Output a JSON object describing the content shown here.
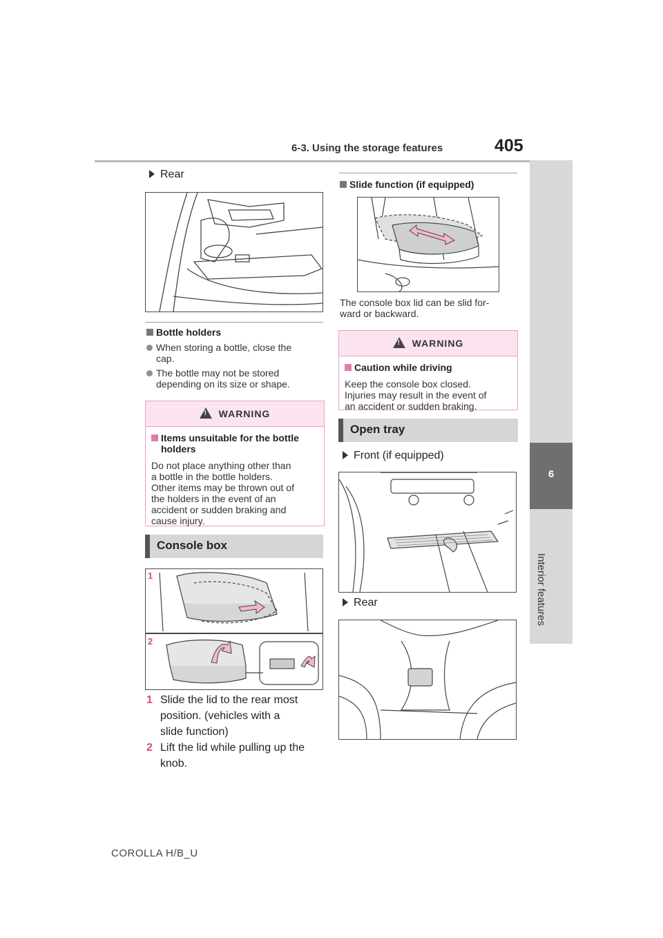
{
  "header": {
    "section_title": "6-3. Using the storage features",
    "page_number": "405"
  },
  "side_tab": {
    "chapter_number": "6",
    "chapter_label": "Interior features"
  },
  "left_column": {
    "rear_label": "Rear",
    "bottle_holders": {
      "title": "Bottle holders",
      "items": [
        [
          "When storing a bottle, close the",
          "cap."
        ],
        [
          "The bottle may not be stored",
          "depending on its size or shape."
        ]
      ]
    },
    "warning": {
      "heading": "WARNING",
      "subtitle_lines": [
        "Items unsuitable for the bottle",
        "holders"
      ],
      "body_lines": [
        "Do not place anything other than",
        "a bottle in the bottle holders.",
        "Other items may be thrown out of",
        "the holders in the event of an",
        "accident or sudden braking and",
        "cause injury."
      ]
    },
    "console_box": {
      "heading": "Console box",
      "figure_labels": [
        "1",
        "2"
      ],
      "steps": [
        {
          "num": "1",
          "lines": [
            "Slide the lid to the rear most",
            "position. (vehicles with a",
            "slide function)"
          ]
        },
        {
          "num": "2",
          "lines": [
            "Lift the lid while pulling up the",
            "knob."
          ]
        }
      ]
    }
  },
  "right_column": {
    "slide_function": {
      "title": "Slide function (if equipped)",
      "caption_lines": [
        "The console box lid can be slid for-",
        "ward or backward."
      ]
    },
    "warning": {
      "heading": "WARNING",
      "subtitle": "Caution while driving",
      "body_lines": [
        "Keep the console box closed.",
        "Injuries may result in the event of",
        "an accident or sudden braking."
      ]
    },
    "open_tray": {
      "heading": "Open tray",
      "front_label": "Front (if equipped)",
      "rear_label": "Rear"
    }
  },
  "footer": {
    "model": "COROLLA H/B_U"
  },
  "colors": {
    "accent_pink": "#d9488f",
    "warning_fill": "#fbe4ef",
    "warning_border": "#e8a0c8",
    "heading_gray": "#d6d6d6",
    "tab_dark": "#6f6f6f"
  }
}
